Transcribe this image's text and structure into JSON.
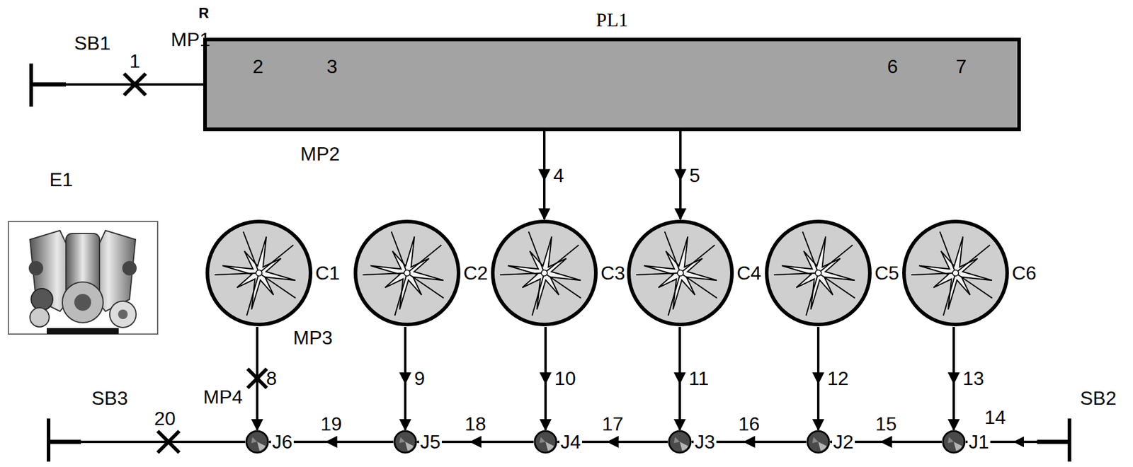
{
  "diagram": {
    "nodes": [
      {
        "text": [
          "PL1"
        ]
      },
      {
        "text": [
          "E1"
        ]
      },
      {
        "text": [
          "C1"
        ]
      },
      {
        "text": [
          "C2"
        ]
      },
      {
        "text": [
          "C3"
        ]
      },
      {
        "text": [
          "C4"
        ]
      },
      {
        "text": [
          "C5"
        ]
      },
      {
        "text": [
          "C6"
        ]
      },
      {
        "text": [
          "J6"
        ]
      },
      {
        "text": [
          "J5"
        ]
      },
      {
        "text": [
          "J4"
        ]
      },
      {
        "text": [
          "J3"
        ]
      },
      {
        "text": [
          "J2"
        ]
      },
      {
        "text": [
          "J1"
        ]
      }
    ],
    "edges": [
      {
        "from": 0,
        "to": 2,
        "arrow": "to",
        "label": "2"
      },
      {
        "from": 0,
        "to": 3,
        "arrow": "to",
        "label": "3"
      },
      {
        "from": 0,
        "to": 4,
        "arrow": "to",
        "label": "4"
      },
      {
        "from": 0,
        "to": 5,
        "arrow": "to",
        "label": "5"
      },
      {
        "from": 0,
        "to": 6,
        "arrow": "to",
        "label": "6"
      },
      {
        "from": 0,
        "to": 7,
        "arrow": "to",
        "label": "7"
      },
      {
        "from": 2,
        "to": 8,
        "arrow": "to",
        "label": "8"
      },
      {
        "from": 3,
        "to": 9,
        "arrow": "to",
        "label": "9"
      },
      {
        "from": 4,
        "to": 10,
        "arrow": "to",
        "label": "10"
      },
      {
        "from": 5,
        "to": 11,
        "arrow": "to",
        "label": "11"
      },
      {
        "from": 6,
        "to": 12,
        "arrow": "to",
        "label": "12"
      },
      {
        "from": 7,
        "to": 13,
        "arrow": "to",
        "label": "13"
      },
      {
        "from": 13,
        "to": 12,
        "arrow": "to",
        "label": "15"
      },
      {
        "from": 12,
        "to": 11,
        "arrow": "to",
        "label": "16"
      },
      {
        "from": 11,
        "to": 10,
        "arrow": "to",
        "label": "17"
      },
      {
        "from": 10,
        "to": 9,
        "arrow": "to",
        "label": "18"
      },
      {
        "from": 9,
        "to": 8,
        "arrow": "to",
        "label": "19"
      }
    ],
    "labels": [
      "R",
      "SB1",
      "MP1",
      "1",
      "MP2",
      "MP3",
      "MP4",
      "SB3",
      "20",
      "SB2",
      "14"
    ]
  }
}
